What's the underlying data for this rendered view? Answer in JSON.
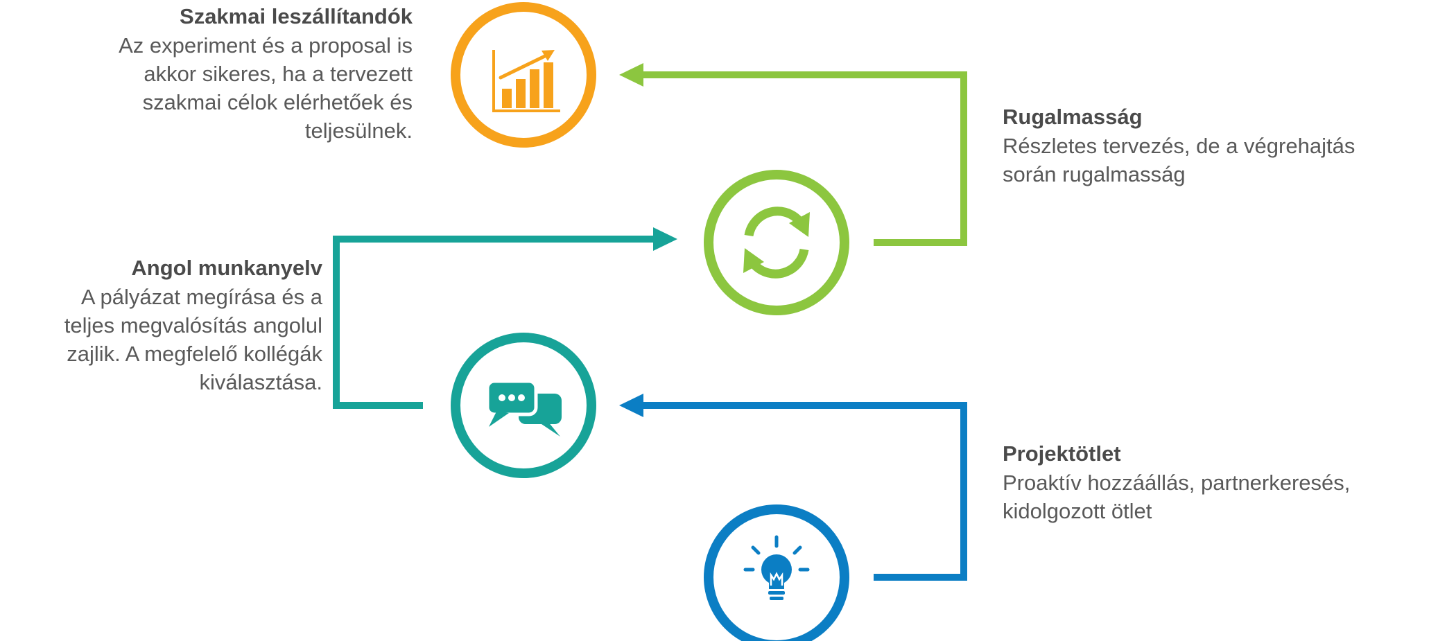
{
  "colors": {
    "orange": "#F7A21B",
    "green": "#8CC63F",
    "teal": "#17A398",
    "blue": "#0B7EC4",
    "title_text": "#4a4a4a",
    "body_text": "#595959"
  },
  "steps": [
    {
      "icon": "bar-chart-growth-icon",
      "color": "orange",
      "title": "Szakmai leszállítandók",
      "lines": [
        "Az experiment és a proposal is",
        "akkor sikeres, ha a tervezett",
        "szakmai célok elérhetőek és",
        "teljesülnek."
      ]
    },
    {
      "icon": "refresh-cycle-icon",
      "color": "green",
      "title": "Rugalmasság",
      "lines": [
        "Részletes tervezés, de a végrehajtás",
        "során rugalmasság"
      ]
    },
    {
      "icon": "chat-bubbles-icon",
      "color": "teal",
      "title": "Angol munkanyelv",
      "lines": [
        "A pályázat megírása és a",
        "teljes megvalósítás angolul",
        "zajlik. A megfelelő kollégák",
        "kiválasztása."
      ]
    },
    {
      "icon": "lightbulb-icon",
      "color": "blue",
      "title": "Projektötlet",
      "lines": [
        "Proaktív hozzáállás, partnerkeresés,",
        "kidolgozott ötlet"
      ]
    }
  ]
}
